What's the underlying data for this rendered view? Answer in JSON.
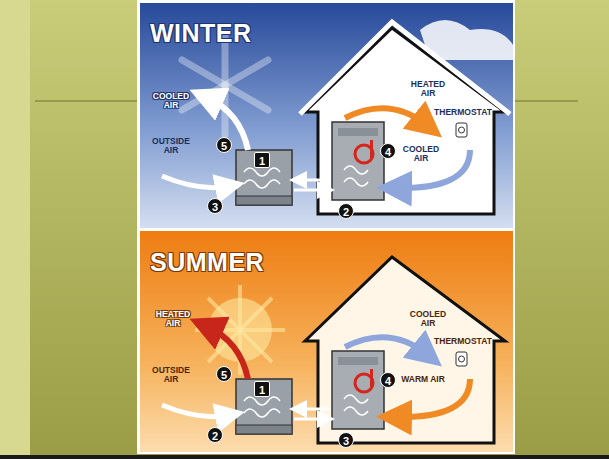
{
  "diagram": {
    "labels": [
      "WINTER",
      "COOLED AIR",
      "HEATED AIR",
      "THERMOSTAT",
      "OUTSIDE AIR",
      "5",
      "1",
      "4",
      "COOLED AIR",
      "3",
      "2",
      "SUMMER",
      "HEATED AIR",
      "COOLED AIR",
      "THERMOSTAT",
      "OUTSIDE AIR",
      "5",
      "1",
      "4",
      "WARM AIR",
      "2",
      "3"
    ]
  }
}
